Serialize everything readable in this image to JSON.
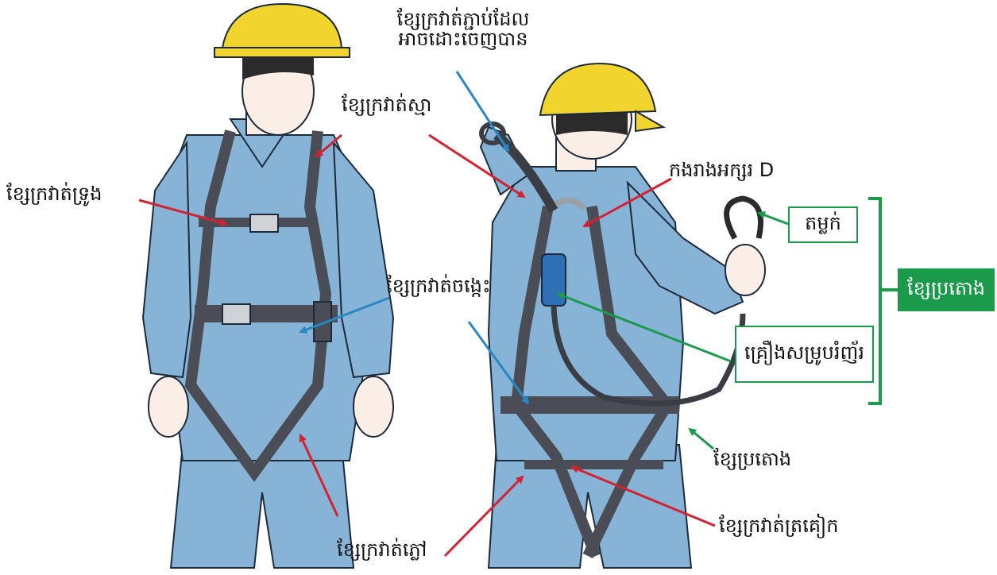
{
  "labels": {
    "detachable_strap_line1": "ខ្សែក្រវាត់ភ្ជាប់ដែល",
    "detachable_strap_line2": "អាចដោះចេញបាន",
    "shoulder_strap": "ខ្សែក្រវាត់ស្មា",
    "chest_strap": "ខ្សែក្រវាត់ទ្រូង",
    "d_ring": "កងរាងអក្សរ D",
    "hook": "តម្លក់",
    "lanyard_group": "ខ្សែប្រតោង",
    "waist_belt": "ខ្សែក្រវាត់ចង្កេះ",
    "shock_absorber": "គ្រឿងសម្រូបរំញ័រ",
    "lanyard": "ខ្សែប្រតោង",
    "thigh_strap": "ខ្សែក្រវាត់ភ្លៅ",
    "buttock_strap": "ខ្សែក្រវាត់ត្រគៀក"
  },
  "colors": {
    "arrow_red": "#d32333",
    "arrow_blue": "#2b86c4",
    "arrow_green": "#1a9a4a",
    "overall_blue": "#86b3d6",
    "helmet_yellow": "#f2d42e",
    "harness_gray": "#4a4d55"
  }
}
